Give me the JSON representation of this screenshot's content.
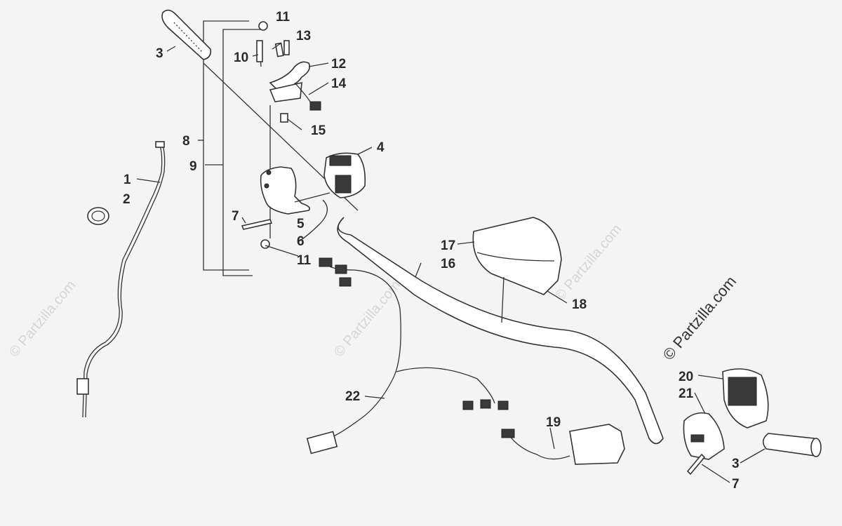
{
  "labels": {
    "l11a": "11",
    "l13": "13",
    "l10": "10",
    "l12": "12",
    "l3a": "3",
    "l14": "14",
    "l15": "15",
    "l8": "8",
    "l9": "9",
    "l4": "4",
    "l1": "1",
    "l2": "2",
    "l7a": "7",
    "l5": "5",
    "l6": "6",
    "l11b": "11",
    "l17": "17",
    "l16": "16",
    "l18": "18",
    "l22": "22",
    "l19": "19",
    "l20": "20",
    "l21": "21",
    "l3b": "3",
    "l7b": "7"
  },
  "watermark": {
    "main": "© Partzilla.com",
    "faint": "© Partzilla.com"
  },
  "colors": {
    "background": "#f4f4f4",
    "ink": "#333333",
    "watermark": "#d6d6d6"
  }
}
